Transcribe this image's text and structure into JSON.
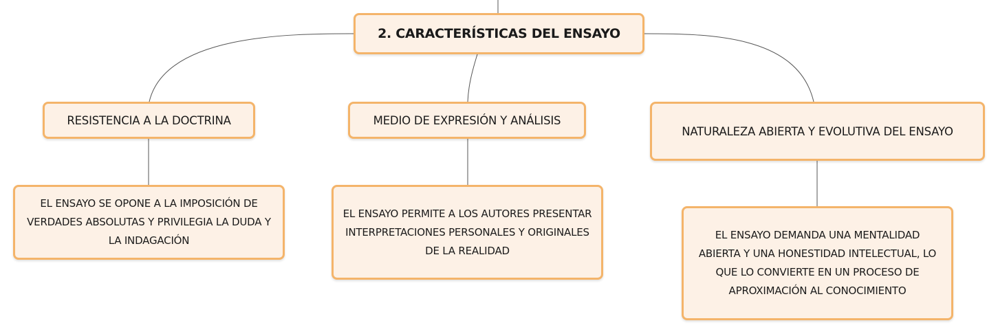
{
  "root": {
    "label": "2. CARACTERÍSTICAS DEL ENSAYO"
  },
  "branches": [
    {
      "topic": "RESISTENCIA A LA DOCTRINA",
      "detail": "EL ENSAYO SE OPONE A LA IMPOSICIÓN DE VERDADES ABSOLUTAS Y PRIVILEGIA LA DUDA Y LA INDAGACIÓN"
    },
    {
      "topic": "MEDIO DE EXPRESIÓN Y ANÁLISIS",
      "detail": "EL ENSAYO PERMITE A LOS AUTORES PRESENTAR INTERPRETACIONES PERSONALES Y ORIGINALES DE LA REALIDAD"
    },
    {
      "topic": "NATURALEZA ABIERTA Y EVOLUTIVA DEL ENSAYO",
      "detail": "EL ENSAYO DEMANDA UNA MENTALIDAD ABIERTA Y UNA HONESTIDAD INTELECTUAL, LO QUE LO CONVIERTE EN UN PROCESO DE APROXIMACIÓN AL CONOCIMIENTO"
    }
  ],
  "colors": {
    "node_fill": "#fdf1e6",
    "node_border": "#f4b46a",
    "connector": "#555555"
  }
}
